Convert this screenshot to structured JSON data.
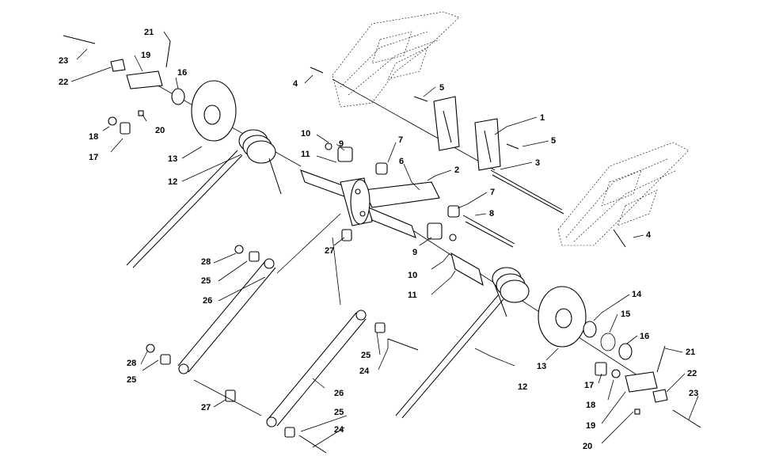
{
  "diagram": {
    "callouts": {
      "c1": "1",
      "c2": "2",
      "c3": "3",
      "c4a": "4",
      "c4b": "4",
      "c5a": "5",
      "c5b": "5",
      "c6": "6",
      "c7a": "7",
      "c7b": "7",
      "c8": "8",
      "c9a": "9",
      "c9b": "9",
      "c10a": "10",
      "c10b": "10",
      "c11a": "11",
      "c11b": "11",
      "c12a": "12",
      "c12b": "12",
      "c13a": "13",
      "c13b": "13",
      "c14": "14",
      "c15": "15",
      "c16a": "16",
      "c16b": "16",
      "c17a": "17",
      "c17b": "17",
      "c18a": "18",
      "c18b": "18",
      "c19a": "19",
      "c19b": "19",
      "c20a": "20",
      "c20b": "20",
      "c21a": "21",
      "c21b": "21",
      "c22a": "22",
      "c22b": "22",
      "c23a": "23",
      "c23b": "23",
      "c24a": "24",
      "c24b": "24",
      "c25a": "25",
      "c25b": "25",
      "c25c": "25",
      "c25d": "25",
      "c26a": "26",
      "c26b": "26",
      "c27a": "27",
      "c27b": "27",
      "c28a": "28",
      "c28b": "28"
    }
  }
}
